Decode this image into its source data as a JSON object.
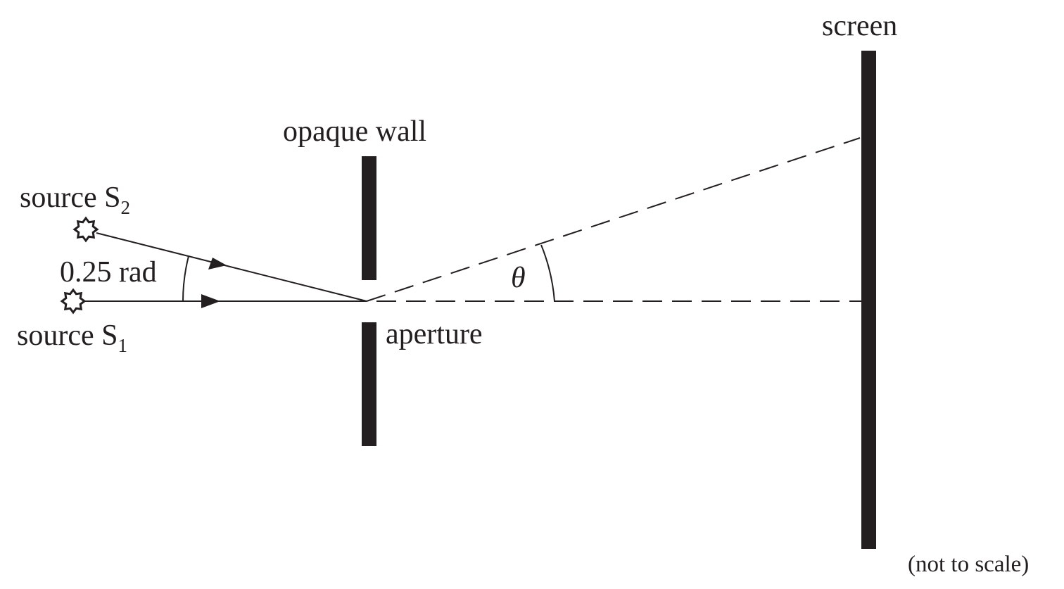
{
  "labels": {
    "screen": "screen",
    "opaque_wall": "opaque wall",
    "aperture": "aperture",
    "source_s2": "source S",
    "source_s2_subscript": "2",
    "source_s1": "source S",
    "source_s1_subscript": "1",
    "angle_between_sources": "0.25 rad",
    "theta": "θ",
    "not_to_scale": "(not to scale)"
  },
  "colors": {
    "ink": "#231f20",
    "background": "#ffffff"
  }
}
